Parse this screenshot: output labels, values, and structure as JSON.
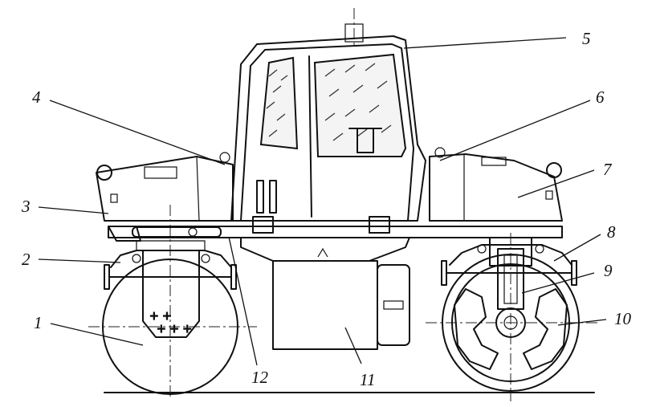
{
  "callouts": {
    "c1": "1",
    "c2": "2",
    "c3": "3",
    "c4": "4",
    "c5": "5",
    "c6": "6",
    "c7": "7",
    "c8": "8",
    "c9": "9",
    "c10": "10",
    "c11": "11",
    "c12": "12"
  },
  "style": {
    "ink": "#111111",
    "paper": "#ffffff"
  }
}
